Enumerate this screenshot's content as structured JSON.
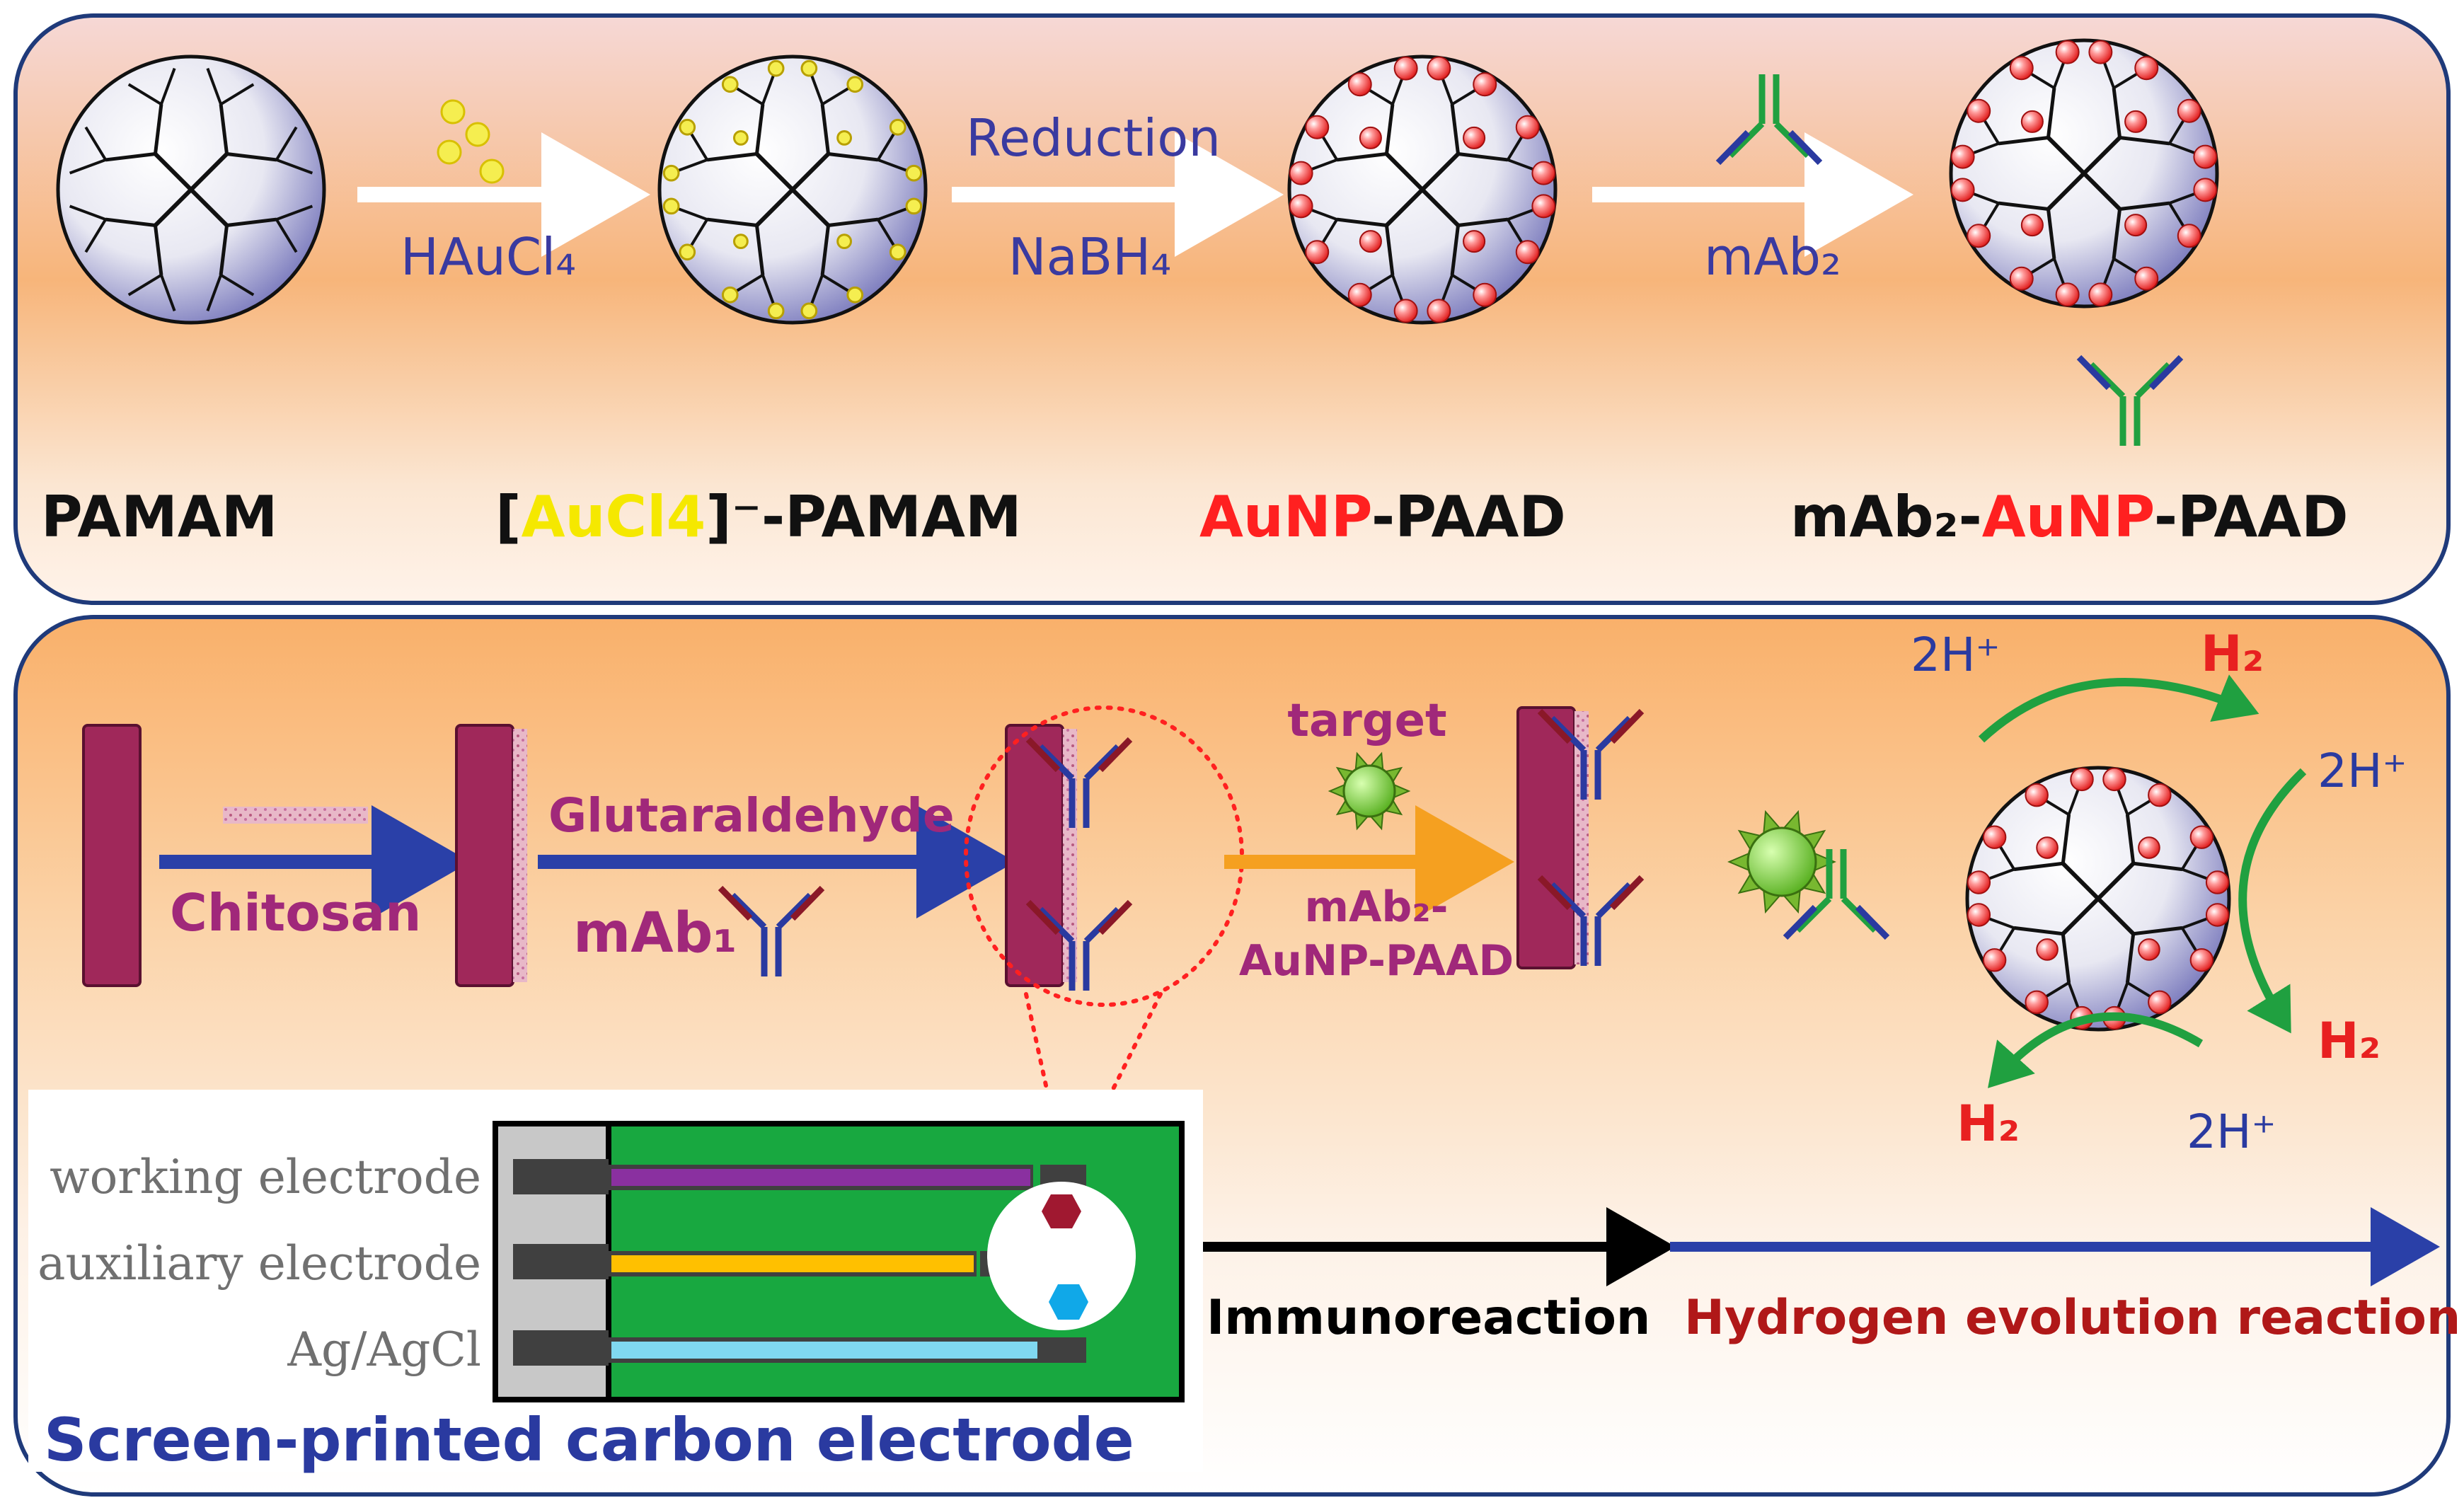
{
  "top_panel": {
    "steps": [
      {
        "name": "PAMAM",
        "prefix": "",
        "colored": "",
        "suffix": "PAMAM"
      },
      {
        "name": "[AuCl4]--PAMAM",
        "prefix": "[",
        "colored": "AuCl4",
        "suffix": "]⁻-PAMAM"
      },
      {
        "name": "AuNP-PAAD",
        "prefix": "",
        "colored": "AuNP",
        "suffix": "-PAAD"
      },
      {
        "name": "mAb2-AuNP-PAAD",
        "prefix": "mAb₂-",
        "colored": "AuNP",
        "suffix": "-PAAD"
      }
    ],
    "reagents": [
      {
        "above": "",
        "below": "HAuCl₄"
      },
      {
        "above": "Reduction",
        "below": "NaBH₄"
      },
      {
        "above": "",
        "below": "mAb₂"
      }
    ]
  },
  "bottom_panel": {
    "chitosan_label": "Chitosan",
    "glutaraldehyde_label": "Glutaraldehyde",
    "mab1_label": "mAb₁",
    "target_label": "target",
    "conjugate_label_1": "mAb₂-",
    "conjugate_label_2": "AuNP-PAAD",
    "hydrogen": {
      "proton_labels": [
        "2H⁺",
        "2H⁺",
        "2H⁺"
      ],
      "h2_labels": [
        "H₂",
        "H₂",
        "H₂"
      ]
    },
    "electrode": {
      "lines": [
        "working electrode",
        "auxiliary electrode",
        "Ag/AgCl"
      ],
      "caption": "Screen-printed carbon electrode"
    },
    "immunoreaction_label": "Immunoreaction",
    "her_label": "Hydrogen evolution reaction"
  },
  "colors": {
    "electrode_bar": "#a0285a",
    "reagent_text": "#3a3aa0",
    "magenta_text": "#a0287a",
    "auNP_red": "#ff2020",
    "auCl_yellow": "#f5e800",
    "proton_blue": "#2a3aa0",
    "h2_red": "#e82020",
    "her_red": "#b01818",
    "arrow_green": "#20a040",
    "arrow_blue": "#2a40a8",
    "arrow_orange": "#f5a020",
    "card_green": "#18a840"
  }
}
